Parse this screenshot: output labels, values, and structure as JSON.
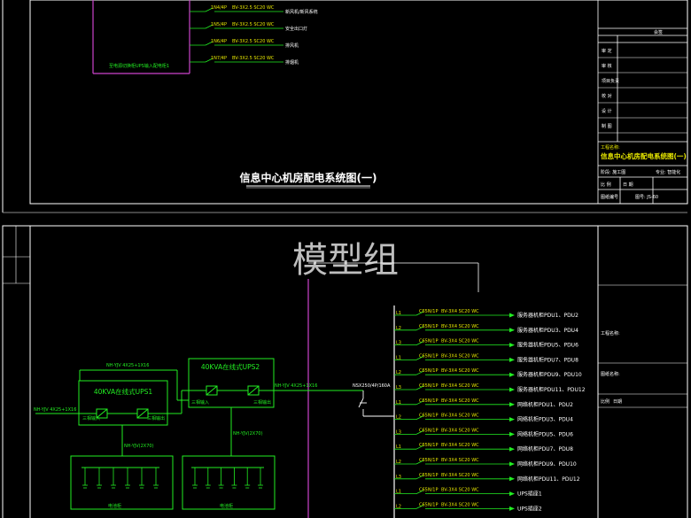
{
  "sheet1": {
    "circuits": [
      {
        "code": "1N4/4P",
        "cable": "BV-3X2.5 SC20 WC",
        "load": "新风机/新风系统"
      },
      {
        "code": "1N5/4P",
        "cable": "BV-3X2.5 SC20 WC",
        "load": "安全出口灯"
      },
      {
        "code": "1N6/4P",
        "cable": "BV-3X2.5 SC20 WC",
        "load": "排风机"
      },
      {
        "code": "1N7/4P",
        "cable": "BV-3X2.5 SC20 WC",
        "load": "排烟机"
      }
    ],
    "feeder_note": "至电源切换柜UPS输入配电柜1",
    "drawing_title": "信息中心机房配电系统图(一)",
    "title_block": {
      "sign_header": "会签",
      "rows": [
        "审 定",
        "审 核",
        "项目负责",
        "校 对",
        "设 计",
        "制 图"
      ],
      "project_label": "工程名称:",
      "drawing_name": "信息中心机房配电系统图(一)",
      "phase_label": "阶段: 施工图",
      "major_label": "专业: 智能化",
      "scale_label": "比 例",
      "date_label": "日 期",
      "number_label": "图号: JS-60",
      "no_label": "图纸编号"
    }
  },
  "sheet2": {
    "watermark": "模型组",
    "ups1": {
      "title": "40KVA在线式UPS1",
      "in_label": "三相输入",
      "out_label": "三相输出"
    },
    "ups2": {
      "title": "40KVA在线式UPS2",
      "in_label": "三相输入",
      "out_label": "三相输出"
    },
    "cable_top": "NH-YJV 4X25+1X16",
    "cable_in": "NH-YJV 4X25+1X16",
    "cable_mid": "NH-YJV 4X25+1X16",
    "cable_bat1": "NH-YJV(2X70)",
    "cable_bat2": "NH-YJV(2X70)",
    "main_breaker": "NSX250/4P/160A",
    "battery1_label": "电池柜",
    "battery2_label": "电池柜",
    "outputs": [
      {
        "tag": "L1",
        "load": "服务器机柜PDU1、PDU2"
      },
      {
        "tag": "L2",
        "load": "服务器机柜PDU3、PDU4"
      },
      {
        "tag": "L3",
        "load": "服务器机柜PDU5、PDU6"
      },
      {
        "tag": "L1",
        "load": "服务器机柜PDU7、PDU8"
      },
      {
        "tag": "L2",
        "load": "服务器机柜PDU9、PDU10"
      },
      {
        "tag": "L3",
        "load": "服务器机柜PDU11、PDU12"
      },
      {
        "tag": "L1",
        "load": "网络机柜PDU1、PDU2"
      },
      {
        "tag": "L2",
        "load": "网络机柜PDU3、PDU4"
      },
      {
        "tag": "L3",
        "load": "网络机柜PDU5、PDU6"
      },
      {
        "tag": "L1",
        "load": "网络机柜PDU7、PDU8"
      },
      {
        "tag": "L2",
        "load": "网络机柜PDU9、PDU10"
      },
      {
        "tag": "L3",
        "load": "网络机柜PDU11、PDU12"
      },
      {
        "tag": "L1",
        "load": "UPS插座1"
      },
      {
        "tag": "L2",
        "load": "UPS插座2"
      }
    ],
    "breaker_code": "C65N/1P",
    "cable_code": "BV-3X4 SC20 WC",
    "title_block": {
      "project_label": "工程名称:",
      "name_label": "图纸名称:",
      "scale_label": "比例",
      "date_label": "日期"
    }
  }
}
